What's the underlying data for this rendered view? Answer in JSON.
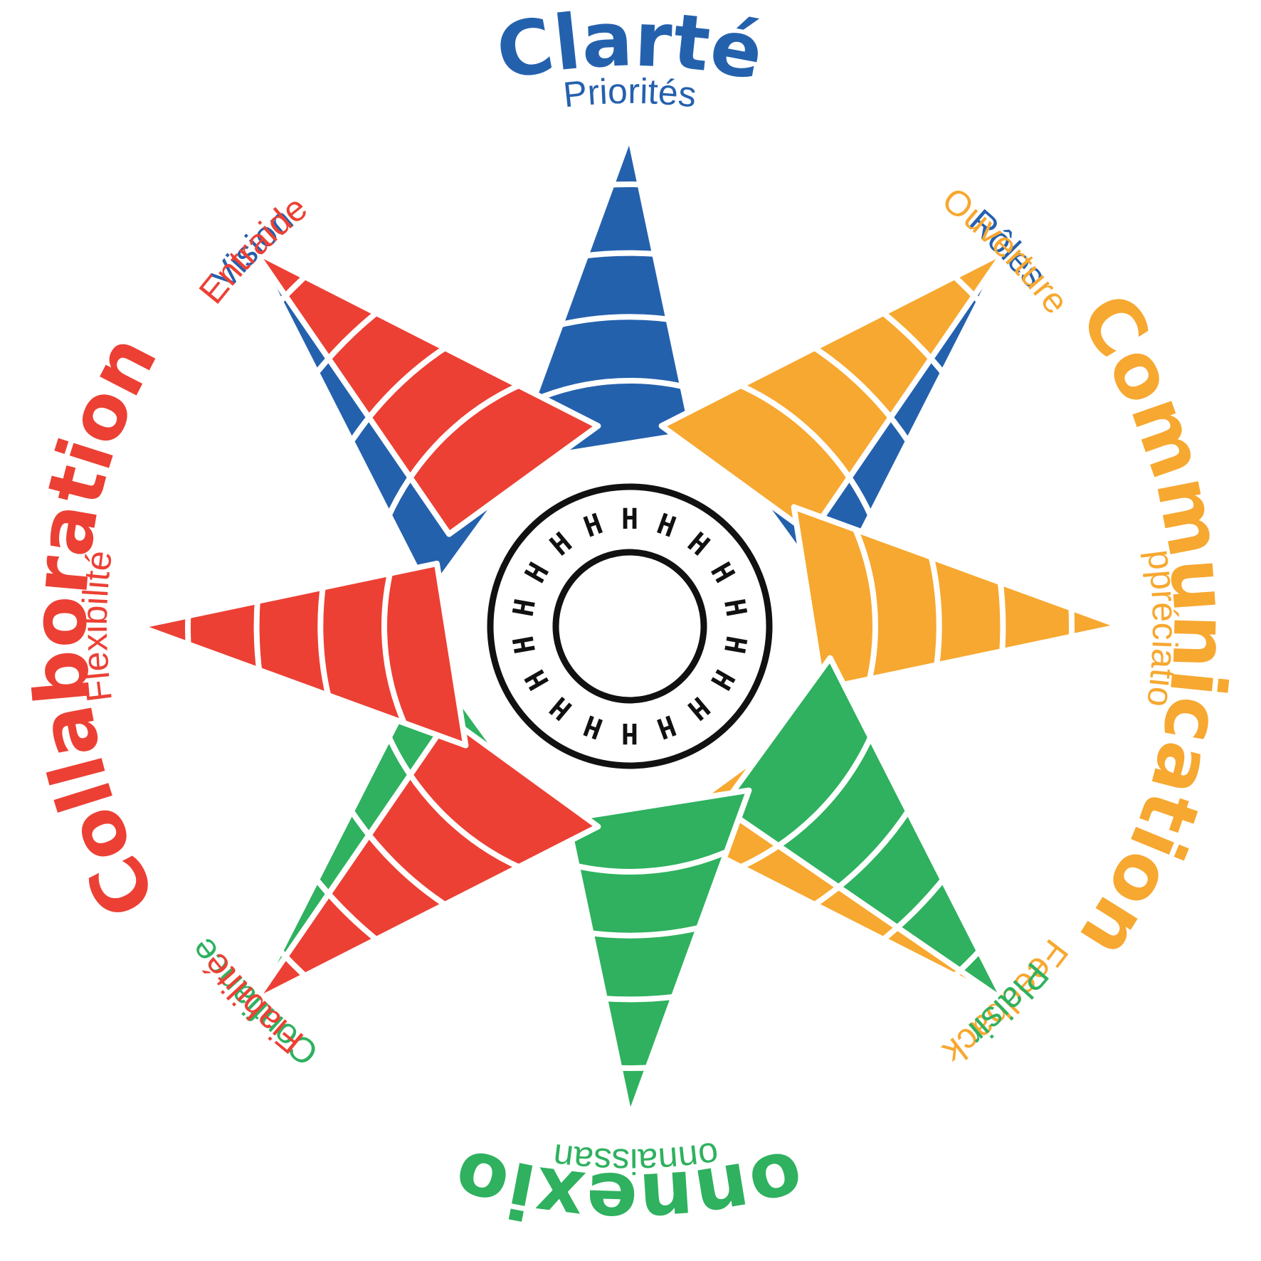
{
  "diagram": {
    "categories": [
      {
        "id": "clarte",
        "name": "Clarté",
        "color": "#2461ad",
        "items": [
          "Vision",
          "Priorités",
          "Rôles"
        ]
      },
      {
        "id": "communication",
        "name": "Communication",
        "color": "#f7a830",
        "items": [
          "Ouverture",
          "Appréciation",
          "Feedback"
        ]
      },
      {
        "id": "connexion",
        "name": "Connexion",
        "color": "#2fb15f",
        "items": [
          "Plaisir",
          "Connaissance",
          "Confiance"
        ]
      },
      {
        "id": "collaboration",
        "name": "Collaboration",
        "color": "#ec4034",
        "items": [
          "Fiabilité",
          "Flexibilité",
          "Entraide"
        ]
      }
    ],
    "hub": {
      "letter": "H",
      "count": 18,
      "ring_color": "#111111"
    }
  }
}
